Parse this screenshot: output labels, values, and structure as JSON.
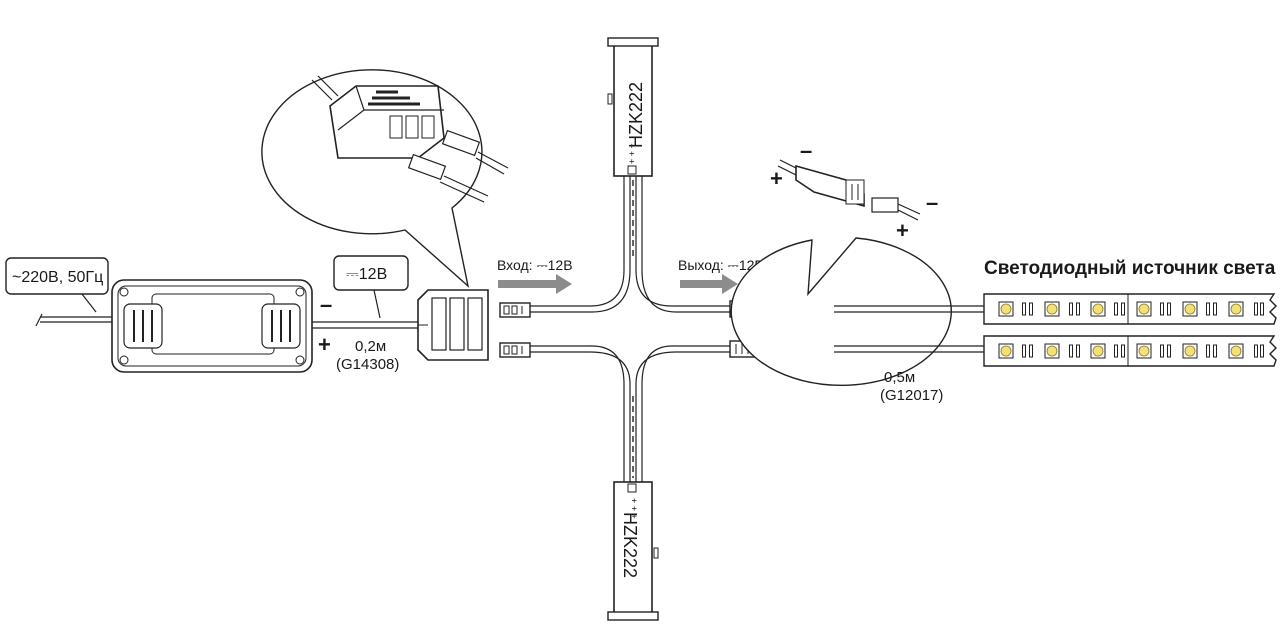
{
  "labels": {
    "mains": "~220В, 50Гц",
    "dc_supply": "⎓12В",
    "minus": "–",
    "plus": "+",
    "cable_short_len": "0,2м",
    "cable_short_code": "(G14308)",
    "input": "Вход: ⎓12В",
    "output": "Выход: ⎓12В",
    "sensor": "HZK222",
    "sensor_marks": "+ + +",
    "led_source": "Светодиодный источник света",
    "cable_long_len": "0,5м",
    "cable_long_code": "(G12017)"
  },
  "colors": {
    "line": "#222222",
    "arrow": "#8c8c8c",
    "led_chip": "#f3e07a",
    "panel": "#ffffff"
  }
}
